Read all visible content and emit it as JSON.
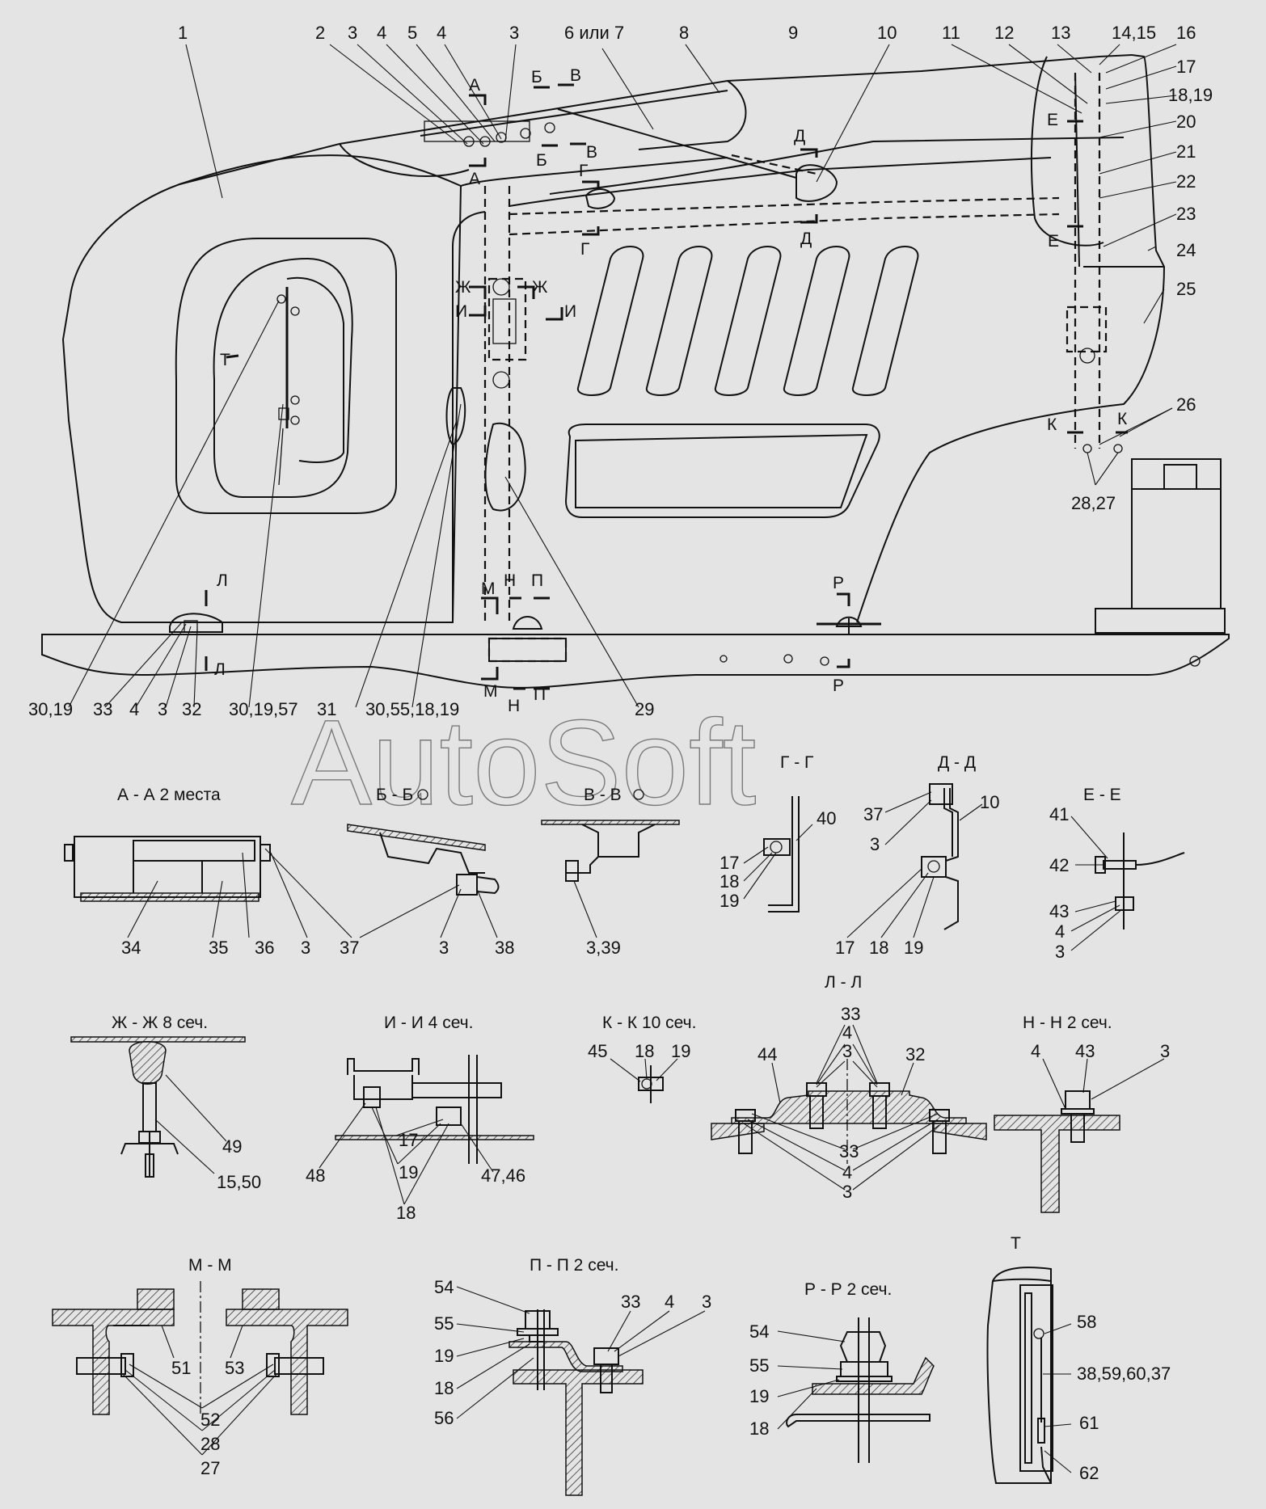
{
  "watermark": "AutoSoft",
  "callouts": {
    "c1": "1",
    "c2": "2",
    "c3a": "3",
    "c4a": "4",
    "c5": "5",
    "c4b": "4",
    "c3b": "3",
    "c6": "6 или 7",
    "c8": "8",
    "c9": "9",
    "c10": "10",
    "c11": "11",
    "c12": "12",
    "c13": "13",
    "c14": "14,15",
    "c16": "16",
    "c17": "17",
    "c18": "18,19",
    "c20": "20",
    "c21": "21",
    "c22": "22",
    "c23": "23",
    "c24": "24",
    "c25": "25",
    "c26": "26",
    "c2827": "28,27",
    "c29": "29",
    "c3055": "30,55,18,19",
    "c31": "31",
    "c301957": "30,19,57",
    "c32": "32",
    "c3c": "3",
    "c4c": "4",
    "c33": "33",
    "c3019": "30,19"
  },
  "cut_marks": [
    "А",
    "Б",
    "В",
    "Г",
    "Д",
    "Е",
    "Ж",
    "И",
    "К",
    "Л",
    "М",
    "Н",
    "П",
    "Р",
    "Т"
  ],
  "sections": {
    "aa": {
      "title": "А - А 2 места",
      "labels": [
        "34",
        "35",
        "36",
        "3",
        "37"
      ]
    },
    "bb": {
      "title": "Б - Б",
      "labels": [
        "3",
        "38"
      ]
    },
    "vv": {
      "title": "В - В",
      "labels": [
        "3,39"
      ]
    },
    "gg": {
      "title": "Г - Г",
      "labels": [
        "40",
        "17",
        "18",
        "19"
      ]
    },
    "dd": {
      "title": "Д - Д",
      "labels": [
        "37",
        "3",
        "10",
        "17",
        "18",
        "19"
      ]
    },
    "ee": {
      "title": "Е - Е",
      "labels": [
        "41",
        "42",
        "43",
        "4",
        "3"
      ]
    },
    "zhzh": {
      "title": "Ж - Ж 8 сеч.",
      "labels": [
        "49",
        "15,50"
      ]
    },
    "ii": {
      "title": "И - И 4 сеч.",
      "labels": [
        "17",
        "19",
        "18",
        "48",
        "47,46"
      ]
    },
    "kk": {
      "title": "К - К 10 сеч.",
      "labels": [
        "45",
        "18",
        "19"
      ]
    },
    "ll": {
      "title": "Л - Л",
      "labels": [
        "33",
        "4",
        "3",
        "44",
        "32",
        "33",
        "4",
        "3"
      ]
    },
    "nn": {
      "title": "Н - Н 2 сеч.",
      "labels": [
        "4",
        "43",
        "3"
      ]
    },
    "mm": {
      "title": "М - М",
      "labels": [
        "51",
        "53",
        "52",
        "28",
        "27"
      ]
    },
    "pp": {
      "title": "П - П 2 сеч.",
      "labels": [
        "54",
        "55",
        "19",
        "18",
        "56",
        "33",
        "4",
        "3"
      ]
    },
    "rr": {
      "title": "Р - Р 2 сеч.",
      "labels": [
        "54",
        "55",
        "19",
        "18"
      ]
    },
    "t": {
      "title": "Т",
      "labels": [
        "58",
        "38,59,60,37",
        "61",
        "62"
      ]
    }
  }
}
